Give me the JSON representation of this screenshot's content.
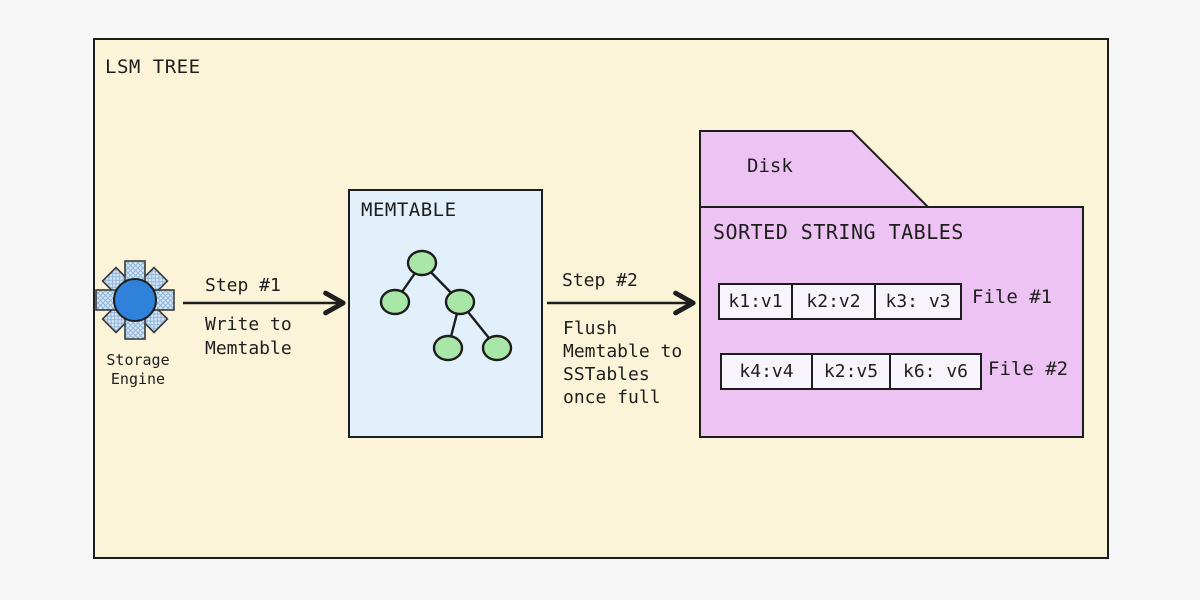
{
  "title": "LSM TREE",
  "colors": {
    "page_bg": "#f7f7f8",
    "frame_bg": "#fbf4d8",
    "outline": "#1d1d1d",
    "memtable_bg": "#e2f0fb",
    "tree_node_green": "#a8e7a8",
    "disk_folder_pink": "#edc3f3",
    "sstable_cell_bg": "#f8f4fb",
    "engine_core_blue": "#2f81d9",
    "engine_gear_blue": "#d7e7f6"
  },
  "storage_engine": {
    "caption_lines": [
      "Storage",
      "Engine"
    ]
  },
  "step1": {
    "label": "Step #1",
    "caption_lines": [
      "Write to",
      "Memtable"
    ]
  },
  "memtable": {
    "title": "MEMTABLE",
    "tree_node_count": 5
  },
  "step2": {
    "label": "Step #2",
    "caption_lines": [
      "Flush",
      "Memtable to",
      "SSTables",
      "once full"
    ]
  },
  "disk": {
    "tab_label": "Disk",
    "heading": "SORTED STRING TABLES",
    "files": [
      {
        "label": "File #1",
        "cells": [
          "k1:v1",
          "k2:v2",
          "k3: v3"
        ]
      },
      {
        "label": "File #2",
        "cells": [
          "k4:v4",
          "k2:v5",
          "k6: v6"
        ]
      }
    ]
  }
}
